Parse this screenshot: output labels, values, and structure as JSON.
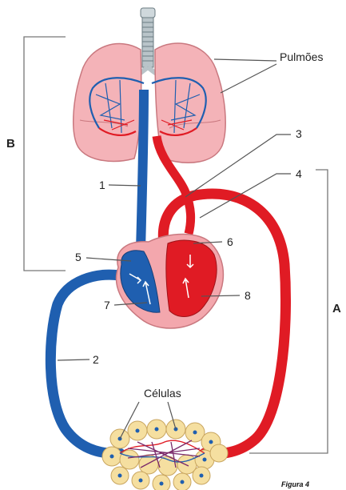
{
  "labels": {
    "pulmoes": "Pulmões",
    "celulas": "Células",
    "a": "A",
    "b": "B",
    "n1": "1",
    "n2": "2",
    "n3": "3",
    "n4": "4",
    "n5": "5",
    "n6": "6",
    "n7": "7",
    "n8": "8"
  },
  "caption": "Figura 4",
  "colors": {
    "venous_blue": "#1f5fb0",
    "arterial_red": "#e01b24",
    "lung_pink": "#f4b3b8",
    "heart_pink": "#f3a7ad",
    "cell_yellow": "#f5dfa0",
    "line_gray": "#555555"
  }
}
